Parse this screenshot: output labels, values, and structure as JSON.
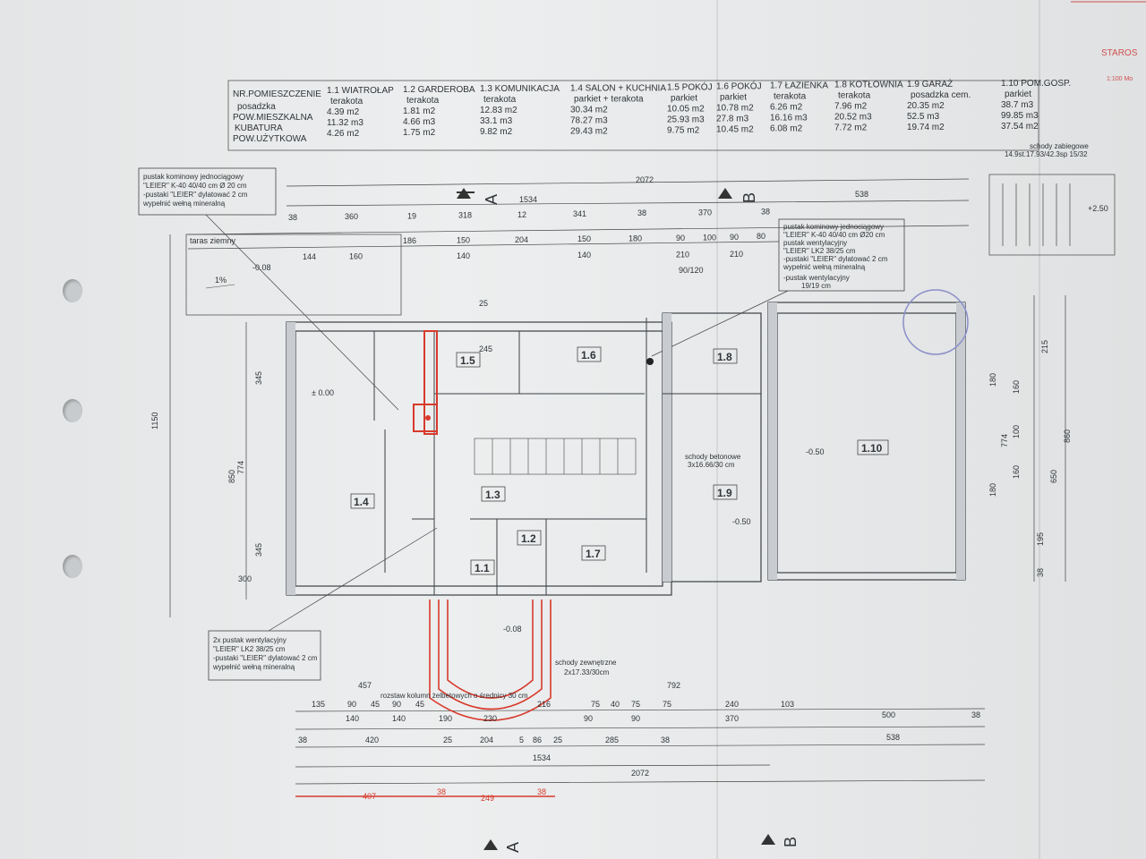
{
  "stamp": {
    "corner_text": "STAROS",
    "corner_sub": "1:100 Mo"
  },
  "table": {
    "row_labels": [
      "NR.POMIESZCZENIE",
      "posadzka",
      "POW.MIESZKALNA",
      "KUBATURA",
      "POW.UŻYTKOWA"
    ],
    "rooms": [
      {
        "name": "1.1 WIATROŁAP",
        "floor": "terakota",
        "v1": "4.39 m2",
        "v2": "11.32 m3",
        "v3": "4.26 m2"
      },
      {
        "name": "1.2 GARDEROBA",
        "floor": "terakota",
        "v1": "1.81 m2",
        "v2": "4.66 m3",
        "v3": "1.75 m2"
      },
      {
        "name": "1.3 KOMUNIKACJA",
        "floor": "terakota",
        "v1": "12.83 m2",
        "v2": "33.1 m3",
        "v3": "9.82 m2"
      },
      {
        "name": "1.4 SALON + KUCHNIA",
        "floor": "parkiet + terakota",
        "v1": "30.34 m2",
        "v2": "78.27 m3",
        "v3": "29.43 m2"
      },
      {
        "name": "1.5 POKÓJ",
        "floor": "parkiet",
        "v1": "10.05 m2",
        "v2": "25.93 m3",
        "v3": "9.75 m2"
      },
      {
        "name": "1.6 POKÓJ",
        "floor": "parkiet",
        "v1": "10.78 m2",
        "v2": "27.8 m3",
        "v3": "10.45 m2"
      },
      {
        "name": "1.7 ŁAZIENKA",
        "floor": "terakota",
        "v1": "6.26 m2",
        "v2": "16.16 m3",
        "v3": "6.08 m2"
      },
      {
        "name": "1.8 KOTŁOWNIA",
        "floor": "terakota",
        "v1": "7.96 m2",
        "v2": "20.52 m3",
        "v3": "7.72 m2"
      },
      {
        "name": "1.9 GARAŻ",
        "floor": "posadzka cem.",
        "v1": "20.35 m2",
        "v2": "52.5 m3",
        "v3": "19.74 m2"
      },
      {
        "name": "1.10 POM.GOSP.",
        "floor": "parkiet",
        "v1": "38.7 m3",
        "v2": "99.85 m3",
        "v3": "37.54 m2"
      }
    ]
  },
  "notes": {
    "n1": [
      "pustak kominowy jednociągowy",
      "\"LEIER\" K-40 40/40 cm Ø 20 cm",
      "-pustaki \"LEIER\" dylatować 2 cm",
      "wypełnić wełną mineralną"
    ],
    "n2": [
      "pustak kominowy jednociągowy",
      "\"LEIER\" K-40 40/40 cm Ø20 cm",
      "pustak wentylacyjny",
      "\"LEIER\" LK2 38/25 cm",
      "-pustaki \"LEIER\" dylatować 2 cm",
      "wypełnić wełną mineralną",
      "-pustak wentylacyjny",
      "19/19 cm"
    ],
    "n3": [
      "2x pustak wentylacyjny",
      "\"LEIER\" LK2 38/25 cm",
      "-pustaki \"LEIER\" dylatować 2 cm",
      "wypełnić wełną mineralną"
    ]
  },
  "labels": {
    "taras": "taras ziemny",
    "slope": "1%",
    "schody_bet_1": "schody betonowe",
    "schody_bet_2": "3x16.66/30 cm",
    "schody_zew_1": "schody zewnętrzne",
    "schody_zew_2": "2x17.33/30cm",
    "rozstaw": "rozstaw kolumn żelbetowych o średnicy 30 cm",
    "stairs_title_1": "schody zabiegowe",
    "stairs_title_2": "14.9st.17.93/42.3sp 15/32",
    "stairs_level": "+2.50",
    "section_a": "A",
    "section_b": "B"
  },
  "rooms_plan": [
    "1.1",
    "1.2",
    "1.3",
    "1.4",
    "1.5",
    "1.6",
    "1.7",
    "1.8",
    "1.9",
    "1.10"
  ],
  "levels": {
    "l1": "-0.08",
    "l2": "± 0.00",
    "l3": "-0.08",
    "l4": "-0.50",
    "l5": "-0.50"
  },
  "dims": {
    "top_total": "2072",
    "top_a": "1534",
    "top_b": "538",
    "top2": [
      "38",
      "360",
      "19",
      "318",
      "12",
      "341",
      "38",
      "370",
      "38"
    ],
    "top3": [
      "186",
      "150",
      "204",
      "150",
      "180",
      "90",
      "100",
      "90",
      "80"
    ],
    "top3b": [
      "144",
      "160",
      "140",
      "140",
      "210",
      "210"
    ],
    "bottom1": [
      "457",
      "792"
    ],
    "bottom2": [
      "135",
      "90",
      "45",
      "90",
      "45",
      "216",
      "75",
      "40",
      "75",
      "75",
      "240",
      "103"
    ],
    "bottom3": [
      "140",
      "140",
      "190",
      "230",
      "90",
      "90",
      "370",
      "500",
      "38"
    ],
    "bottom4": [
      "38",
      "420",
      "25",
      "204",
      "5",
      "86",
      "25",
      "285",
      "38",
      "538"
    ],
    "bottom_mid": "1534",
    "bottom_total": "2072",
    "left_total": "1150",
    "left_a": "850",
    "left_b": "345",
    "left_c": "774",
    "left_d": "345",
    "left_e": "300",
    "right": [
      "215",
      "160",
      "100",
      "180",
      "195",
      "38",
      "774",
      "860",
      "650",
      "180",
      "160"
    ],
    "red": [
      "407",
      "38",
      "249",
      "38"
    ],
    "red_marks": [
      "90/120",
      "245",
      "25",
      "216"
    ]
  }
}
